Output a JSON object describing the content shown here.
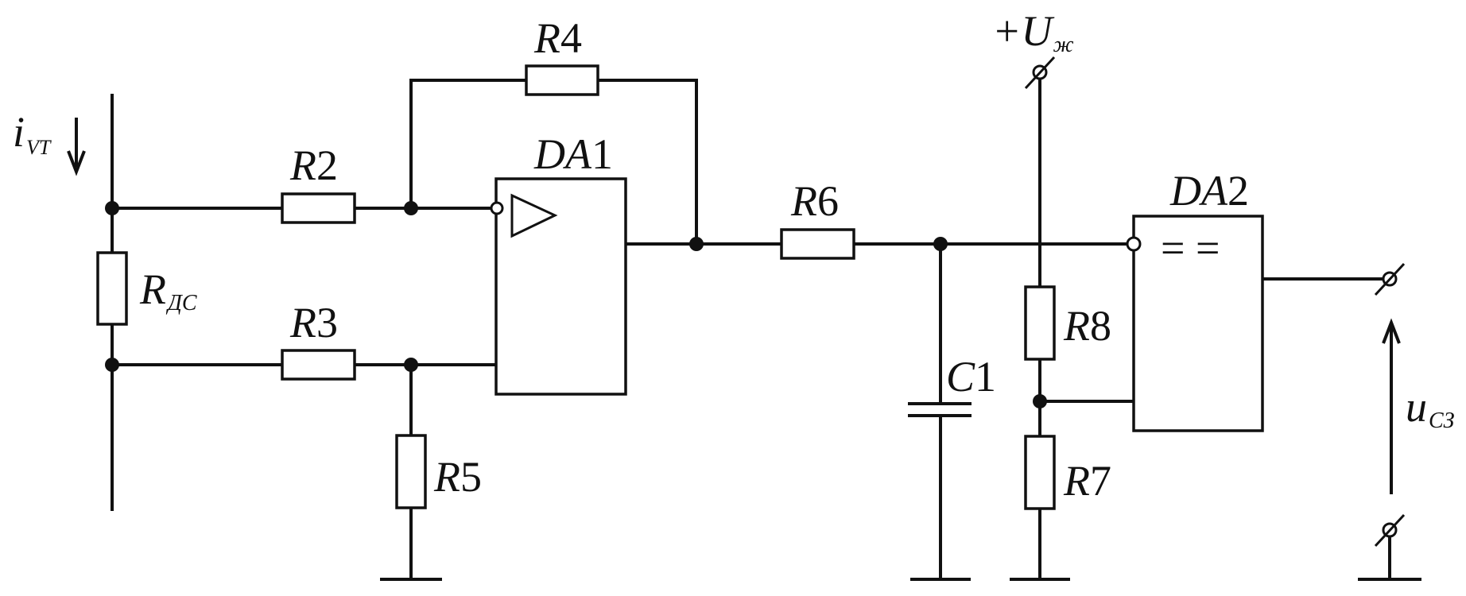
{
  "labels": {
    "i_vt": {
      "main": "i",
      "sub": "VT"
    },
    "r_ds": {
      "main": "R",
      "sub": "ДС"
    },
    "r2": {
      "letter": "R",
      "num": "2"
    },
    "r3": {
      "letter": "R",
      "num": "3"
    },
    "r4": {
      "letter": "R",
      "num": "4"
    },
    "r5": {
      "letter": "R",
      "num": "5"
    },
    "r6": {
      "letter": "R",
      "num": "6"
    },
    "r7": {
      "letter": "R",
      "num": "7"
    },
    "r8": {
      "letter": "R",
      "num": "8"
    },
    "c1": {
      "letter": "C",
      "num": "1"
    },
    "da1": {
      "letter": "DA",
      "num": "1"
    },
    "da2": {
      "letter": "DA",
      "num": "2"
    },
    "da2_symbol": "= =",
    "supply": {
      "sign": "+",
      "main": "U",
      "sub": "ж"
    },
    "u_sz": {
      "main": "u",
      "sub": "СЗ"
    }
  }
}
